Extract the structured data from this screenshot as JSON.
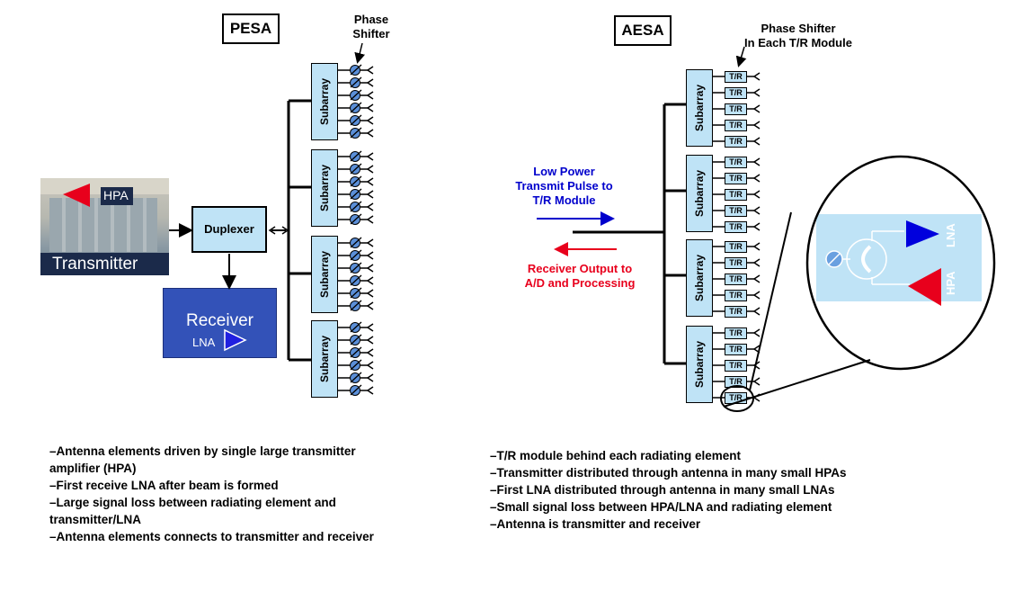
{
  "pesa": {
    "title": "PESA",
    "phase_shifter_label": [
      "Phase",
      "Shifter"
    ],
    "duplexer": "Duplexer",
    "transmitter": "Transmitter",
    "hpa": "HPA",
    "receiver": "Receiver",
    "lna": "LNA",
    "subarray_label": "Subarray",
    "bullets": [
      "–Antenna elements driven by single large transmitter",
      "amplifier (HPA)",
      "–First receive LNA after beam is formed",
      "–Large signal loss between radiating element and",
      "transmitter/LNA",
      "–Antenna elements connects to transmitter and receiver"
    ]
  },
  "aesa": {
    "title": "AESA",
    "phase_shifter_label": [
      "Phase Shifter",
      "In Each T/R Module"
    ],
    "transmit_label": [
      "Low Power",
      "Transmit Pulse to",
      "T/R Module"
    ],
    "receive_label": [
      "Receiver Output to",
      "A/D and Processing"
    ],
    "subarray_label": "Subarray",
    "tr_label": "T/R",
    "zoom_lna": "LNA",
    "zoom_hpa": "HPA",
    "bullets": [
      "–T/R module behind each radiating element",
      "–Transmitter distributed through antenna in many small HPAs",
      "–First LNA distributed through antenna in many small LNAs",
      "–Small signal loss between HPA/LNA and radiating element",
      "–Antenna is transmitter and receiver"
    ]
  },
  "colors": {
    "subarray_fill": "#bfe3f6",
    "transmit_blue": "#0000cc",
    "receive_red": "#e8001c",
    "receiver_box": "#2f4fb3",
    "zoom_fill": "#bfe3f6"
  }
}
